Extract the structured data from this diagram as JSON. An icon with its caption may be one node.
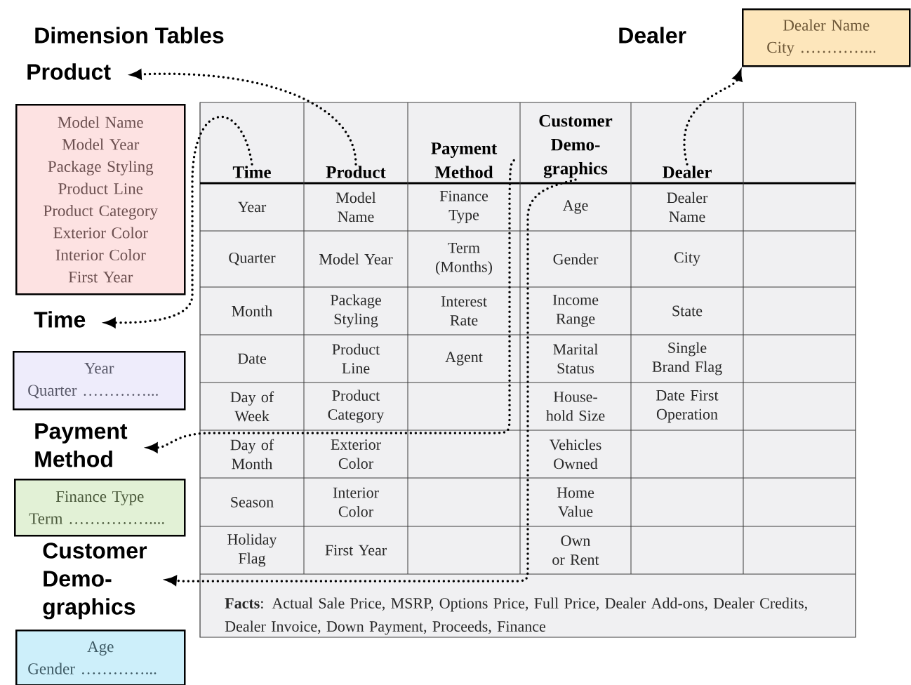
{
  "diagram": {
    "nodes": [
      {
        "text": [
          "Product",
          "Model Name",
          "Model Year",
          "Package Styling",
          "Product Line",
          "Product Category",
          "Exterior Color",
          "Interior Color",
          "First Year"
        ]
      },
      {
        "text": [
          "Time",
          "Year",
          "Quarter …………..."
        ]
      },
      {
        "text": [
          "Payment Method",
          "Finance Type",
          "Term ……………...."
        ]
      },
      {
        "text": [
          "Customer Demo- graphics",
          "Age",
          "Gender …………..."
        ]
      },
      {
        "text": [
          "Dealer Name",
          "City …………..."
        ]
      },
      {
        "text": [
          "Time"
        ]
      },
      {
        "text": [
          "Product"
        ]
      },
      {
        "text": [
          "Payment Method"
        ]
      },
      {
        "text": [
          "Customer Demo- graphics"
        ]
      },
      {
        "text": [
          "Dealer"
        ]
      }
    ],
    "edges": [
      {
        "from": 6,
        "to": 0,
        "arrow": "to",
        "style": "dashed"
      },
      {
        "from": 5,
        "to": 1,
        "arrow": "to",
        "style": "dashed"
      },
      {
        "from": 7,
        "to": 2,
        "arrow": "to",
        "style": "dashed"
      },
      {
        "from": 8,
        "to": 3,
        "arrow": "to",
        "style": "dashed"
      },
      {
        "from": 9,
        "to": 4,
        "arrow": "to",
        "style": "dashed"
      }
    ],
    "labels": [
      "Dimension Tables",
      "Dealer",
      "Year",
      "Model Name",
      "Finance Type",
      "Age",
      "Dealer Name",
      "Quarter",
      "Model Year",
      "Term (Months)",
      "Gender",
      "City",
      "Month",
      "Package Styling",
      "Interest Rate",
      "Income Range",
      "State",
      "Date",
      "Product Line",
      "Agent",
      "Marital Status",
      "Single Brand Flag",
      "Day of Week",
      "Product Category",
      "House- hold Size",
      "Date First Operation",
      "Day of Month",
      "Exterior Color",
      "Vehicles Owned",
      "Season",
      "Interior Color",
      "Home Value",
      "Holiday Flag",
      "First Year",
      "Own or Rent",
      "**Facts**: Actual Sale Price, MSRP, Options Price, Full Price, Dealer Add-ons, Dealer Credits, Dealer Invoice, Down Payment, Proceeds, Finance"
    ]
  }
}
